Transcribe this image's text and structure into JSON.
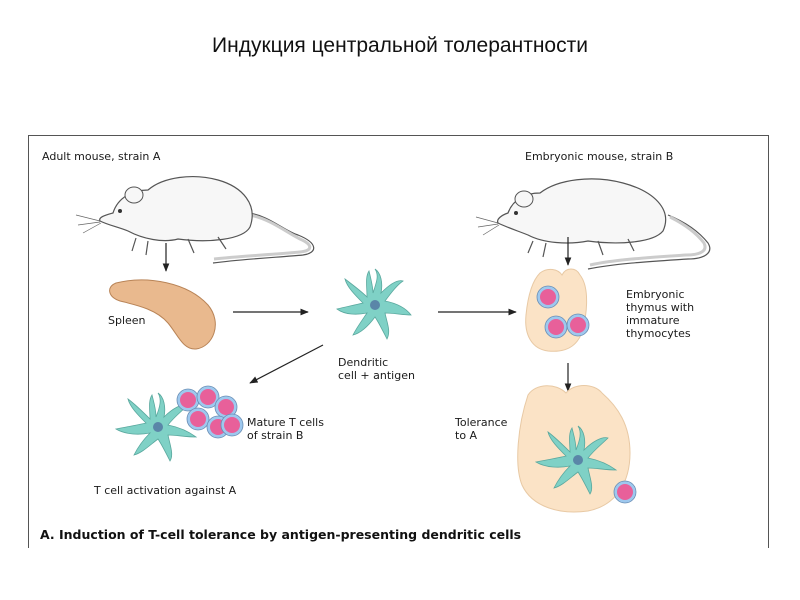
{
  "slide": {
    "title": "Индукция центральной толерантности"
  },
  "figure": {
    "label_adult_mouse": "Adult mouse, strain A",
    "label_embryonic_mouse": "Embryonic mouse, strain B",
    "label_spleen": "Spleen",
    "label_dendritic": "Dendritic\ncell + antigen",
    "label_thymus": "Embryonic\nthymus with\nimmature\nthymocytes",
    "label_mature_t": "Mature T cells\nof strain B",
    "label_tolerance": "Tolerance\nto A",
    "label_activation": "T cell activation against A",
    "caption": "A. Induction of T-cell tolerance by antigen-presenting dendritic cells"
  },
  "colors": {
    "spleen": "#e9b98e",
    "thymus": "#fbe3c6",
    "dendritic_cell": "#7fd1c6",
    "dendritic_nucleus": "#5a86a8",
    "t_cell": "#e8609a",
    "t_cell_ring": "#9ec8ee",
    "mouse_body": "#f7f7f7",
    "mouse_outline": "#555555"
  }
}
